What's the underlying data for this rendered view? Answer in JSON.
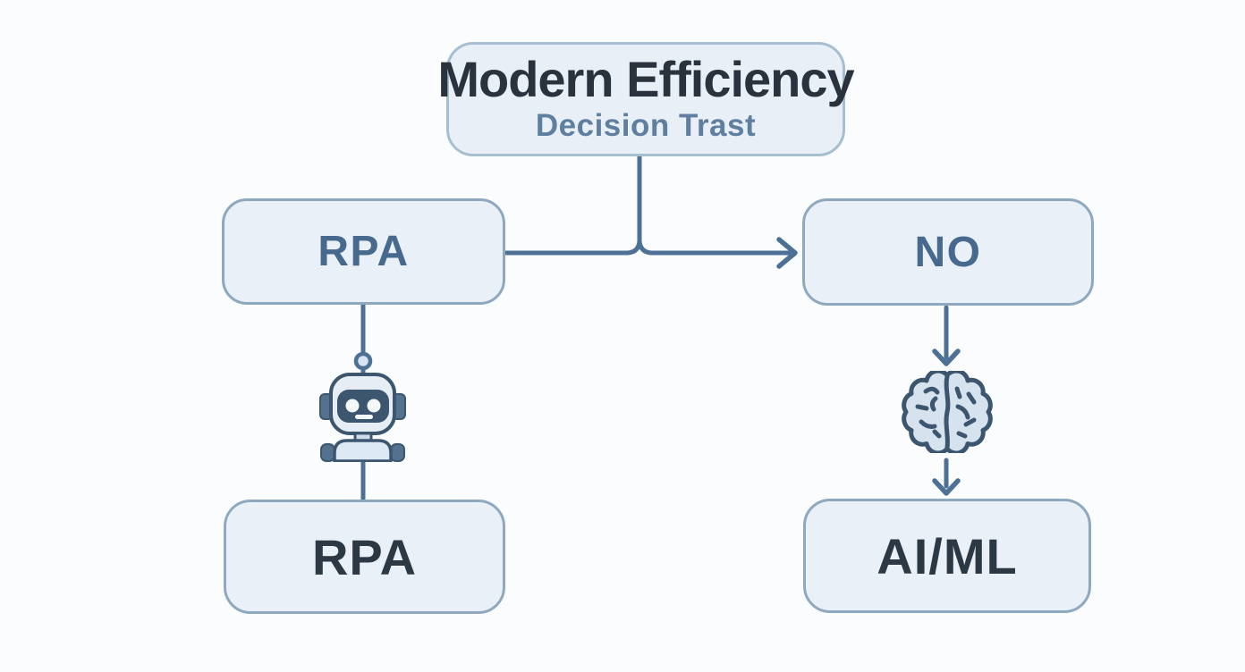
{
  "diagram": {
    "background": "#fbfcfd",
    "title_node": {
      "title": "Modern Efficiency",
      "subtitle": "Decision Trast"
    },
    "nodes": {
      "rpa_top": {
        "label": "RPA"
      },
      "no": {
        "label": "NO"
      },
      "rpa_bottom": {
        "label": "RPA"
      },
      "aiml": {
        "label": "AI/ML"
      }
    },
    "icons": {
      "left_branch": "robot-icon",
      "right_branch": "brain-icon"
    },
    "colors": {
      "node_fill": "#e9f0f7",
      "node_border": "#8ea9bf",
      "title_border": "#a5bfd1",
      "connector": "#4c7195",
      "title_text": "#2a323e",
      "subtitle_text": "#5f7fa0",
      "branch_label": "#48698e",
      "leaf_label": "#2c3844",
      "icon_dark": "#3c5670",
      "icon_light": "#e6edf4"
    }
  }
}
